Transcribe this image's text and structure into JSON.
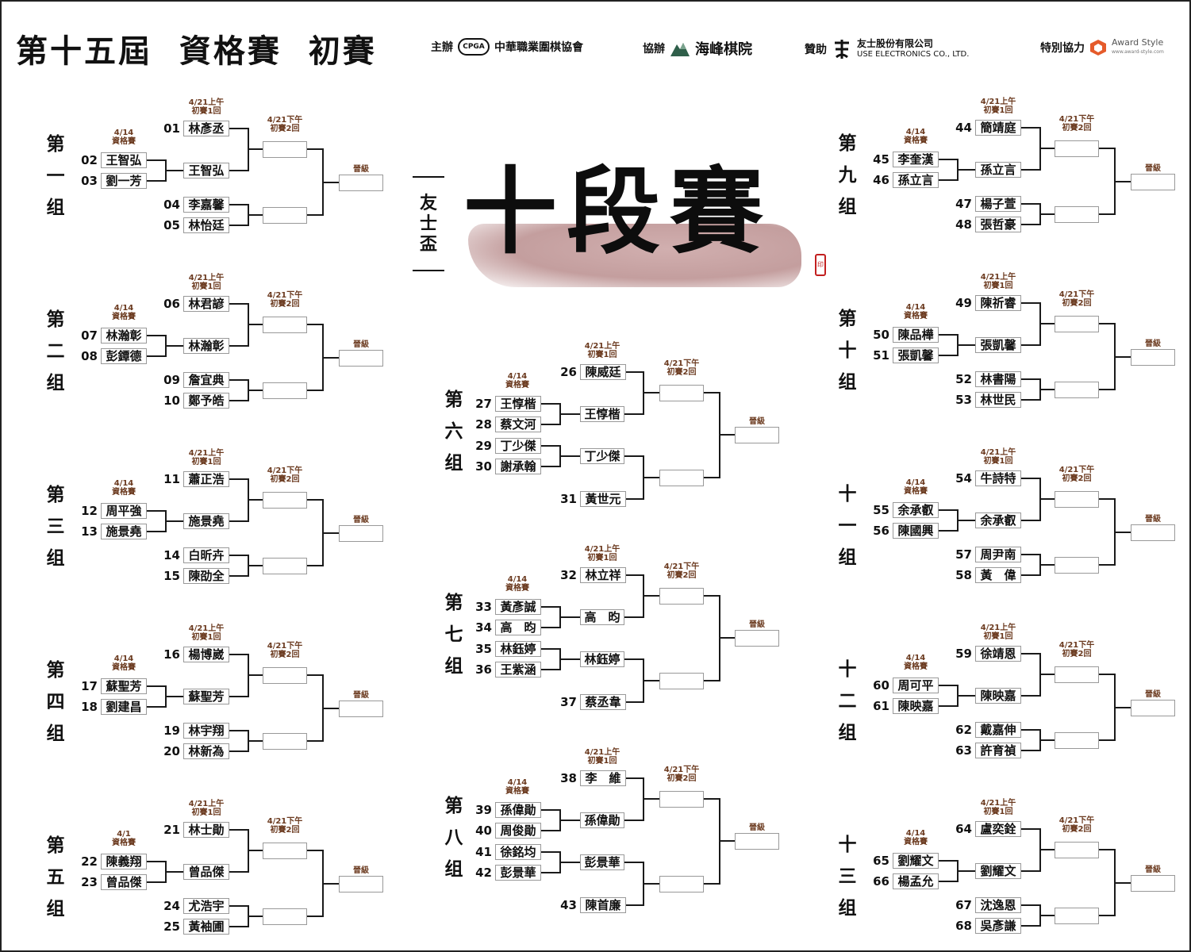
{
  "header": {
    "title": "第十五屆  資格賽  初賽",
    "sponsors": [
      {
        "role": "主辦",
        "name": "中華職業圍棋協會",
        "logo_text": "CPGA",
        "icon": "cpga-logo-icon"
      },
      {
        "role": "協辦",
        "name": "海峰棋院",
        "icon": "mountain-logo-icon"
      },
      {
        "role": "贊助",
        "name": "友士股份有限公司",
        "name_en": "USE ELECTRONICS CO., LTD.",
        "icon": "use-logo-icon"
      },
      {
        "role": "特別協力",
        "name": "Award Style",
        "url_text": "www.award-style.com",
        "icon": "award-style-logo-icon"
      }
    ]
  },
  "calligraphy": {
    "side_text": [
      "友",
      "士",
      "盃"
    ],
    "main_text": "十段賽",
    "seal": "印"
  },
  "labels": {
    "round1_time": "4/21上午",
    "round1_name": "初賽1回",
    "round2_time": "4/21下午",
    "round2_name": "初賽2回",
    "advance": "晉級",
    "qual_name": "資格賽"
  },
  "groups": [
    {
      "label": "第一组",
      "qual_date": "4/14",
      "top": [
        "01",
        "林彥丞"
      ],
      "qual_a": [
        "02",
        "王智弘"
      ],
      "qual_b": [
        "03",
        "劉一芳"
      ],
      "qual_winner": "王智弘",
      "bottom_a": [
        "04",
        "李嘉馨"
      ],
      "bottom_b": [
        "05",
        "林怡廷"
      ]
    },
    {
      "label": "第二组",
      "qual_date": "4/14",
      "top": [
        "06",
        "林君諺"
      ],
      "qual_a": [
        "07",
        "林瀚彰"
      ],
      "qual_b": [
        "08",
        "彭鐔德"
      ],
      "qual_winner": "林瀚彰",
      "bottom_a": [
        "09",
        "詹宜典"
      ],
      "bottom_b": [
        "10",
        "鄭予皓"
      ]
    },
    {
      "label": "第三组",
      "qual_date": "4/14",
      "top": [
        "11",
        "蕭正浩"
      ],
      "qual_a": [
        "12",
        "周平強"
      ],
      "qual_b": [
        "13",
        "施景堯"
      ],
      "qual_winner": "施景堯",
      "bottom_a": [
        "14",
        "白昕卉"
      ],
      "bottom_b": [
        "15",
        "陳劭全"
      ]
    },
    {
      "label": "第四组",
      "qual_date": "4/14",
      "top": [
        "16",
        "楊博崴"
      ],
      "qual_a": [
        "17",
        "蘇聖芳"
      ],
      "qual_b": [
        "18",
        "劉建昌"
      ],
      "qual_winner": "蘇聖芳",
      "bottom_a": [
        "19",
        "林宇翔"
      ],
      "bottom_b": [
        "20",
        "林新為"
      ]
    },
    {
      "label": "第五组",
      "qual_date": "4/1",
      "top": [
        "21",
        "林士勛"
      ],
      "qual_a": [
        "22",
        "陳義翔"
      ],
      "qual_b": [
        "23",
        "曾品傑"
      ],
      "qual_winner": "曾品傑",
      "bottom_a": [
        "24",
        "尤浩宇"
      ],
      "bottom_b": [
        "25",
        "黃袖圃"
      ]
    },
    {
      "label": "第九组",
      "qual_date": "4/14",
      "top": [
        "44",
        "簡靖庭"
      ],
      "qual_a": [
        "45",
        "李奎漢"
      ],
      "qual_b": [
        "46",
        "孫立言"
      ],
      "qual_winner": "孫立言",
      "bottom_a": [
        "47",
        "楊子萱"
      ],
      "bottom_b": [
        "48",
        "張哲豪"
      ]
    },
    {
      "label": "第十组",
      "qual_date": "4/14",
      "top": [
        "49",
        "陳祈睿"
      ],
      "qual_a": [
        "50",
        "陳品樺"
      ],
      "qual_b": [
        "51",
        "張凱馨"
      ],
      "qual_winner": "張凱馨",
      "bottom_a": [
        "52",
        "林書陽"
      ],
      "bottom_b": [
        "53",
        "林世民"
      ]
    },
    {
      "label": "十一组",
      "qual_date": "4/14",
      "top": [
        "54",
        "牛詩特"
      ],
      "qual_a": [
        "55",
        "余承叡"
      ],
      "qual_b": [
        "56",
        "陳國興"
      ],
      "qual_winner": "余承叡",
      "bottom_a": [
        "57",
        "周尹南"
      ],
      "bottom_b": [
        "58",
        "黃　偉"
      ]
    },
    {
      "label": "十二组",
      "qual_date": "4/14",
      "top": [
        "59",
        "徐靖恩"
      ],
      "qual_a": [
        "60",
        "周可平"
      ],
      "qual_b": [
        "61",
        "陳映嘉"
      ],
      "qual_winner": "陳映嘉",
      "bottom_a": [
        "62",
        "戴嘉伸"
      ],
      "bottom_b": [
        "63",
        "許育禎"
      ]
    },
    {
      "label": "十三组",
      "qual_date": "4/14",
      "top": [
        "64",
        "盧奕銓"
      ],
      "qual_a": [
        "65",
        "劉耀文"
      ],
      "qual_b": [
        "66",
        "楊孟允"
      ],
      "qual_winner": "劉耀文",
      "bottom_a": [
        "67",
        "沈逸恩"
      ],
      "bottom_b": [
        "68",
        "吳彥謙"
      ]
    }
  ],
  "center_groups": [
    {
      "label": "第六组",
      "qual_date": "4/14",
      "top": [
        "26",
        "陳威廷"
      ],
      "qual_a": [
        "27",
        "王惇楷"
      ],
      "qual_b": [
        "28",
        "蔡文河"
      ],
      "qual_winner": "王惇楷",
      "qual_c": [
        "29",
        "丁少傑"
      ],
      "qual_d": [
        "30",
        "謝承翰"
      ],
      "qual_winner2": "丁少傑",
      "bottom": [
        "31",
        "黃世元"
      ]
    },
    {
      "label": "第七组",
      "qual_date": "4/14",
      "top": [
        "32",
        "林立祥"
      ],
      "qual_a": [
        "33",
        "黃彥誠"
      ],
      "qual_b": [
        "34",
        "高　昀"
      ],
      "qual_winner": "高　昀",
      "qual_c": [
        "35",
        "林鈺婷"
      ],
      "qual_d": [
        "36",
        "王紫涵"
      ],
      "qual_winner2": "林鈺婷",
      "bottom": [
        "37",
        "蔡丞韋"
      ]
    },
    {
      "label": "第八组",
      "qual_date": "4/14",
      "top": [
        "38",
        "李　維"
      ],
      "qual_a": [
        "39",
        "孫偉勛"
      ],
      "qual_b": [
        "40",
        "周俊勛"
      ],
      "qual_winner": "孫偉勛",
      "qual_c": [
        "41",
        "徐銘均"
      ],
      "qual_d": [
        "42",
        "彭景華"
      ],
      "qual_winner2": "彭景華",
      "bottom": [
        "43",
        "陳首廉"
      ]
    }
  ]
}
